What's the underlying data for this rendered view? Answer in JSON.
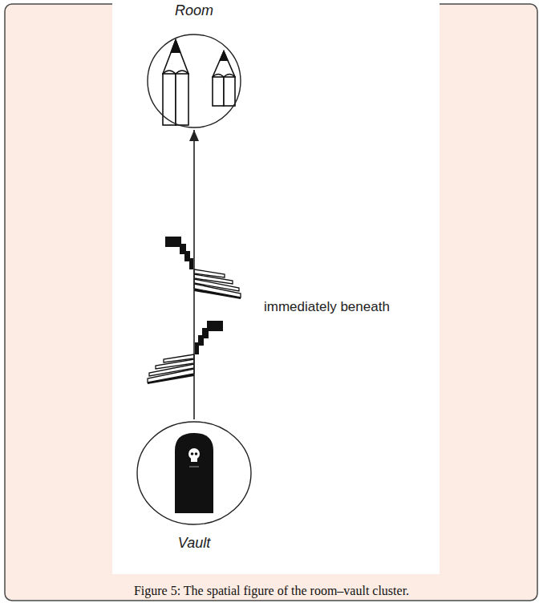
{
  "diagram": {
    "caption": "Figure 5: The spatial figure of the room–vault cluster.",
    "nodes": [
      {
        "text": [
          "Room"
        ]
      },
      {
        "text": [
          "Vault"
        ]
      }
    ],
    "edges": [
      {
        "from": 1,
        "to": 0,
        "arrow": "to",
        "label": "immediately beneath"
      }
    ]
  }
}
